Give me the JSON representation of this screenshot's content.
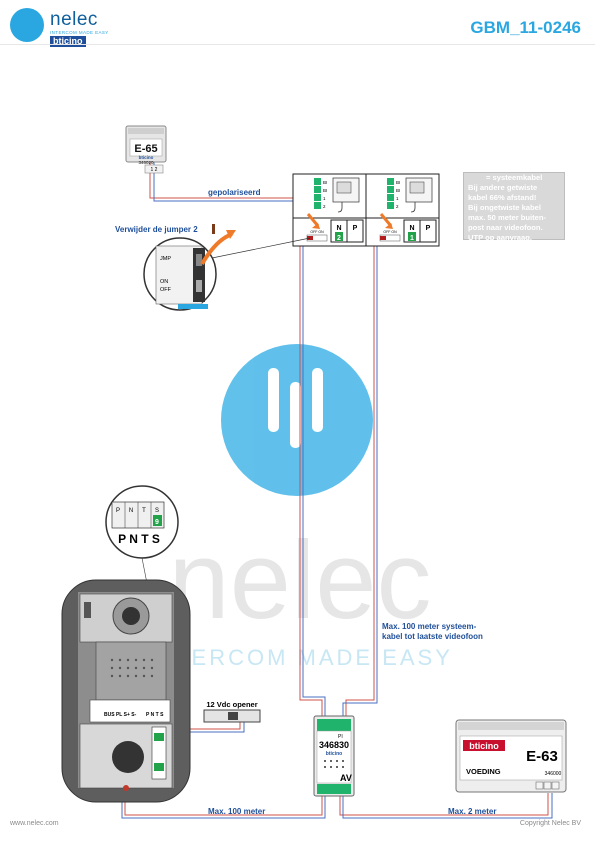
{
  "header": {
    "brand_name": "nelec",
    "brand_tagline": "INTERCOM MADE EASY",
    "partner_brand": "bticino",
    "document_code": "GBM_11-0246"
  },
  "footer": {
    "website": "www.nelec.com",
    "copyright": "Copyright Nelec BV"
  },
  "watermark": {
    "word": "nelec",
    "tagline": "INTERCOM MADE EASY"
  },
  "devices": {
    "power_supply_top": {
      "model": "E-65",
      "brand": "bticino",
      "article": "346020",
      "terminals": "1 2"
    },
    "monitor_1": {
      "terminal_labels": [
        "BI",
        "BI",
        "1",
        "2"
      ],
      "dip_labels": [
        "N",
        "P"
      ],
      "dip_value": "2",
      "switch_label": "OFF ON"
    },
    "monitor_2": {
      "terminal_labels": [
        "BI",
        "BI",
        "1",
        "2"
      ],
      "dip_labels": [
        "N",
        "P"
      ],
      "dip_value": "1",
      "switch_label": "OFF ON"
    },
    "jumper_detail": {
      "labels": [
        "JMP",
        "ON",
        "OFF"
      ]
    },
    "dip_detail": {
      "small_labels": [
        "P",
        "N",
        "T",
        "S"
      ],
      "small_value": "9",
      "big_labels": "P N T S"
    },
    "door_panel": {
      "terminal_labels": "BUS PL S+ S-",
      "dip_labels": "P N T S"
    },
    "av_module": {
      "model": "346830",
      "brand": "bticino",
      "labels": [
        "PI",
        "AV"
      ]
    },
    "power_supply_bottom": {
      "model": "E-63",
      "brand": "bticino",
      "label": "VOEDING",
      "article": "346000"
    }
  },
  "labels": {
    "polarized": "gepolariseerd",
    "remove_jumper": "Verwijder de jumper 2",
    "opener": "12 Vdc opener",
    "max_100_riser": [
      "Max. 100 meter systeem-",
      "kabel tot laatste videofoon"
    ],
    "max_100_bottom": "Max. 100 meter",
    "max_2_bottom": "Max. 2 meter"
  },
  "note": {
    "lines": [
      "= systeemkabel",
      "Bij andere getwiste",
      "kabel 66% afstand!",
      "Bij ongetwiste kabel",
      "max. 50 meter buiten-",
      "post naar videofoon.",
      "UTP op aanvraag."
    ]
  },
  "colors": {
    "brand_blue": "#2aa7e0",
    "dark_blue": "#1f4f9a",
    "cable_red": "#d0524a",
    "cable_blue": "#4a6fc0",
    "terminal_green": "#22a34a",
    "arrow_orange": "#ee7a2a",
    "note_grey": "#d9d9d9"
  }
}
